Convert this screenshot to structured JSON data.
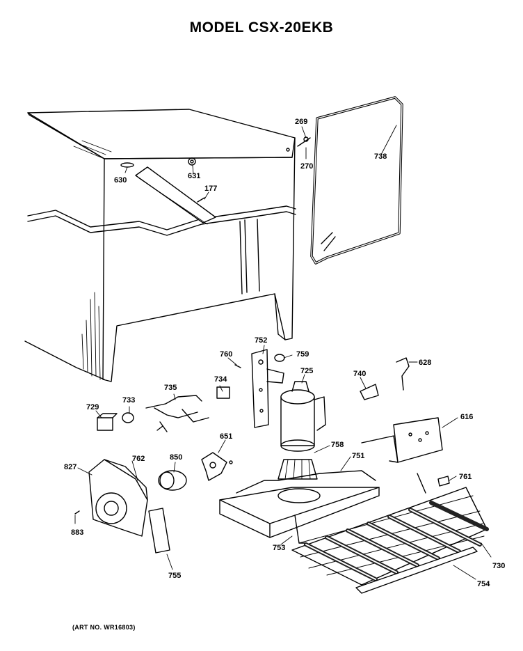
{
  "title": "MODEL CSX-20EKB",
  "art_number": "(ART NO. WR16803)",
  "part_labels": [
    "269",
    "270",
    "738",
    "630",
    "631",
    "177",
    "752",
    "760",
    "759",
    "725",
    "740",
    "628",
    "735",
    "734",
    "729",
    "733",
    "616",
    "651",
    "758",
    "751",
    "850",
    "827",
    "762",
    "761",
    "883",
    "753",
    "755",
    "730",
    "754"
  ]
}
